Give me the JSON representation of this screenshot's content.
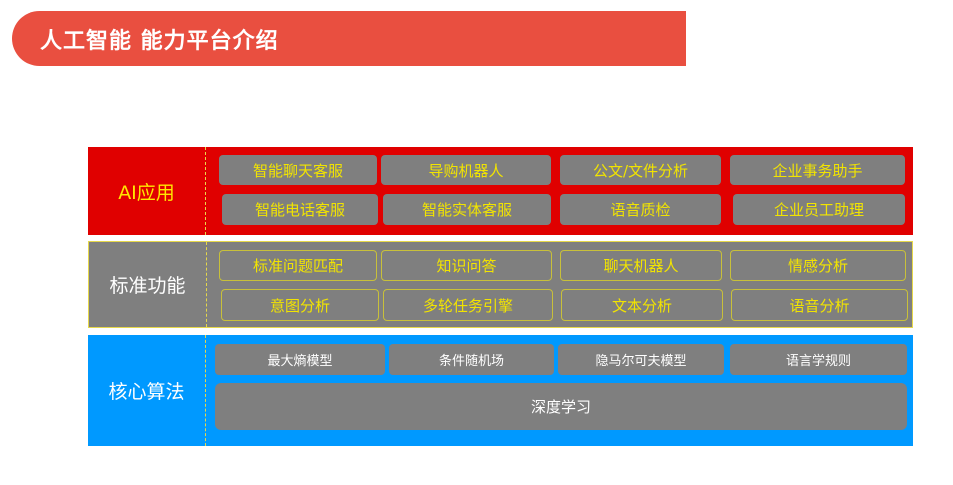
{
  "title": "人工智能  能力平台介绍",
  "colors": {
    "banner": "#e94f40",
    "ai_layer": "#e00000",
    "std_layer": "#7f7f7f",
    "core_layer": "#0099ff",
    "button": "#7f7f7f",
    "yellow_text": "#f2e400"
  },
  "layers": {
    "ai": {
      "label": "AI应用",
      "items": [
        "智能聊天客服",
        "导购机器人",
        "公文/文件分析",
        "企业事务助手",
        "智能电话客服",
        "智能实体客服",
        "语音质检",
        "企业员工助理"
      ]
    },
    "std": {
      "label": "标准功能",
      "items": [
        "标准问题匹配",
        "知识问答",
        "聊天机器人",
        "情感分析",
        "意图分析",
        "多轮任务引擎",
        "文本分析",
        "语音分析"
      ]
    },
    "core": {
      "label": "核心算法",
      "items": [
        "最大熵模型",
        "条件随机场",
        "隐马尔可夫模型",
        "语言学规则",
        "深度学习"
      ]
    }
  }
}
